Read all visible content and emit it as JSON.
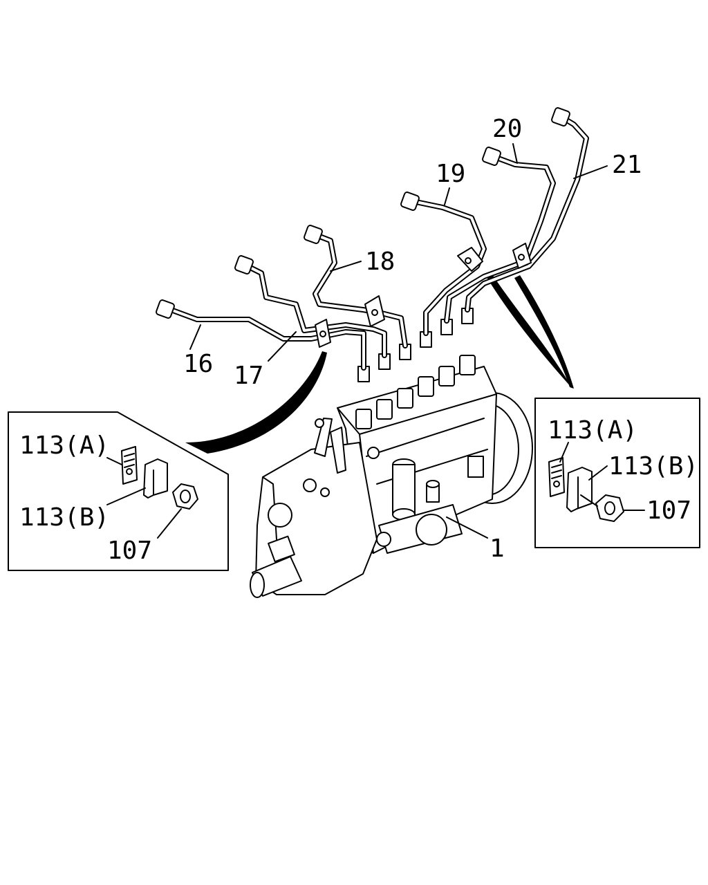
{
  "diagram": {
    "labels": {
      "pump": "1",
      "pipe_16": "16",
      "pipe_17": "17",
      "pipe_18": "18",
      "pipe_19": "19",
      "pipe_20": "20",
      "pipe_21": "21"
    },
    "detail_left": {
      "clamp_a": "113(A)",
      "clamp_b": "113(B)",
      "nut": "107"
    },
    "detail_right": {
      "clamp_a": "113(A)",
      "clamp_b": "113(B)",
      "nut": "107"
    }
  }
}
